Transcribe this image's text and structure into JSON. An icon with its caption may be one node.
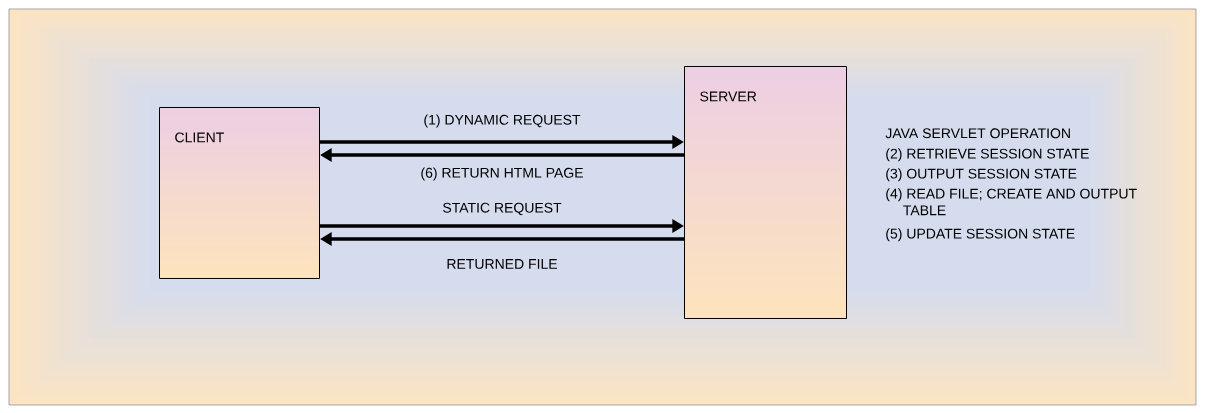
{
  "diagram": {
    "nodes": [
      {
        "text": [
          "CLIENT"
        ]
      },
      {
        "text": [
          "SERVER"
        ]
      }
    ],
    "edges": [
      {
        "from": 0,
        "to": 1,
        "arrow": "to",
        "label": "(1) DYNAMIC REQUEST"
      },
      {
        "from": 1,
        "to": 0,
        "arrow": "to",
        "label": "(6) RETURN HTML PAGE"
      },
      {
        "from": 0,
        "to": 1,
        "arrow": "to",
        "label": "STATIC REQUEST"
      },
      {
        "from": 1,
        "to": 0,
        "arrow": "to",
        "label": "RETURNED FILE"
      }
    ],
    "labels": [
      "JAVA SERVLET OPERATION",
      "(2) RETRIEVE SESSION STATE",
      "(3) OUTPUT SESSION STATE",
      "(4) READ FILE; CREATE AND OUTPUT TABLE",
      "(5) UPDATE SESSION STATE"
    ]
  }
}
